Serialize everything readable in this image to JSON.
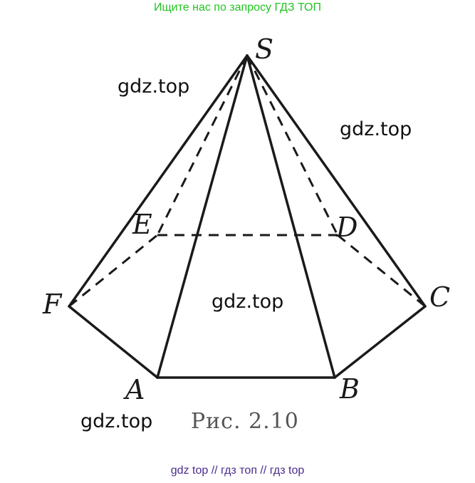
{
  "banner": {
    "text": "Ищите нас по запросу ГДЗ ТОП"
  },
  "figure": {
    "vertices": {
      "S": "S",
      "E": "E",
      "D": "D",
      "F": "F",
      "C": "C",
      "A": "A",
      "B": "B"
    },
    "caption": "Рис. 2.10"
  },
  "watermarks": {
    "w1": "gdz.top",
    "w2": "gdz.top",
    "w3": "gdz.top",
    "w4": "gdz.top"
  },
  "footer": {
    "text": "gdz top  //  гдз топ  //  гдз top"
  }
}
